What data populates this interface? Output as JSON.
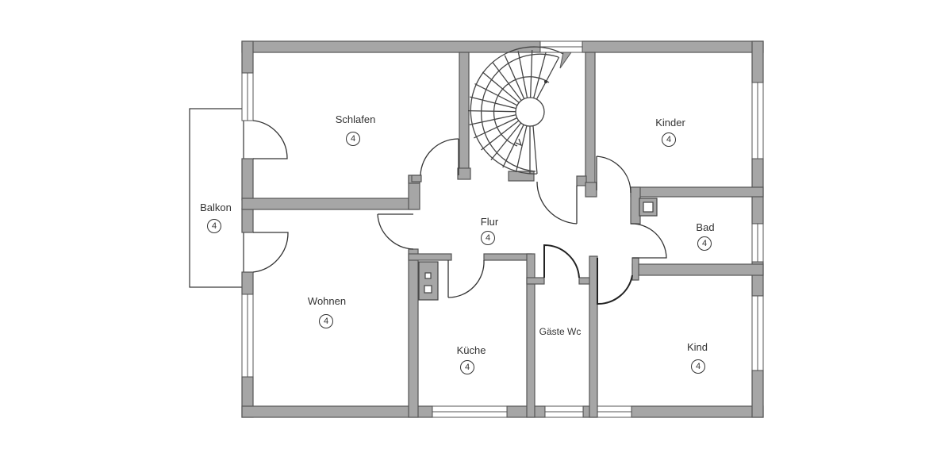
{
  "floor_plan": {
    "rooms": [
      {
        "id": "schlafen",
        "label": "Schlafen",
        "badge": "4"
      },
      {
        "id": "kinder",
        "label": "Kinder",
        "badge": "4"
      },
      {
        "id": "balkon",
        "label": "Balkon",
        "badge": "4"
      },
      {
        "id": "flur",
        "label": "Flur",
        "badge": "4"
      },
      {
        "id": "bad",
        "label": "Bad",
        "badge": "4"
      },
      {
        "id": "wohnen",
        "label": "Wohnen",
        "badge": "4"
      },
      {
        "id": "kueche",
        "label": "Küche",
        "badge": "4"
      },
      {
        "id": "gaeste_wc",
        "label": "Gäste Wc"
      },
      {
        "id": "kind",
        "label": "Kind",
        "badge": "4"
      }
    ],
    "colors": {
      "wall_fill": "#a6a6a6",
      "wall_stroke": "#555555",
      "background": "#ffffff",
      "text": "#333333"
    }
  }
}
